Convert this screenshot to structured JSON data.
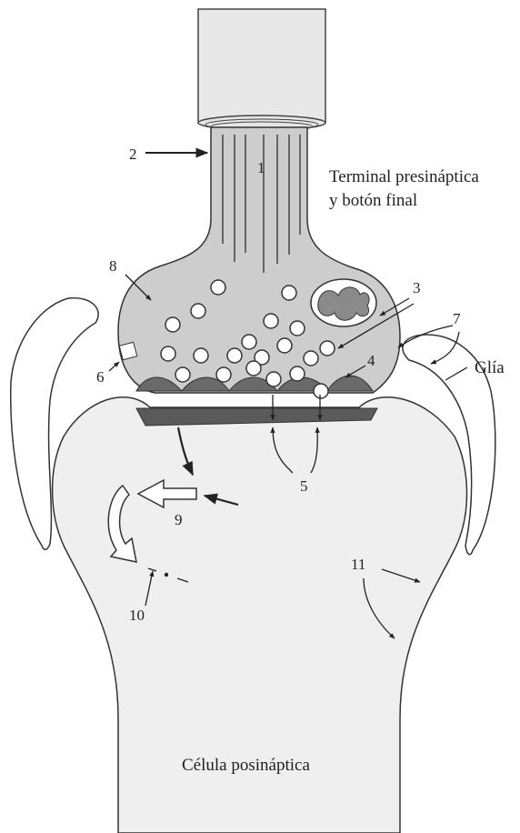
{
  "labels": {
    "presynaptic_line1": "Terminal presináptica",
    "presynaptic_line2": "y botón final",
    "glia": "Glía",
    "postsynaptic": "Célula posináptica",
    "n1": "1",
    "n2": "2",
    "n3": "3",
    "n4": "4",
    "n5": "5",
    "n6": "6",
    "n7": "7",
    "n8": "8",
    "n9": "9",
    "n10": "10",
    "n11": "11"
  }
}
